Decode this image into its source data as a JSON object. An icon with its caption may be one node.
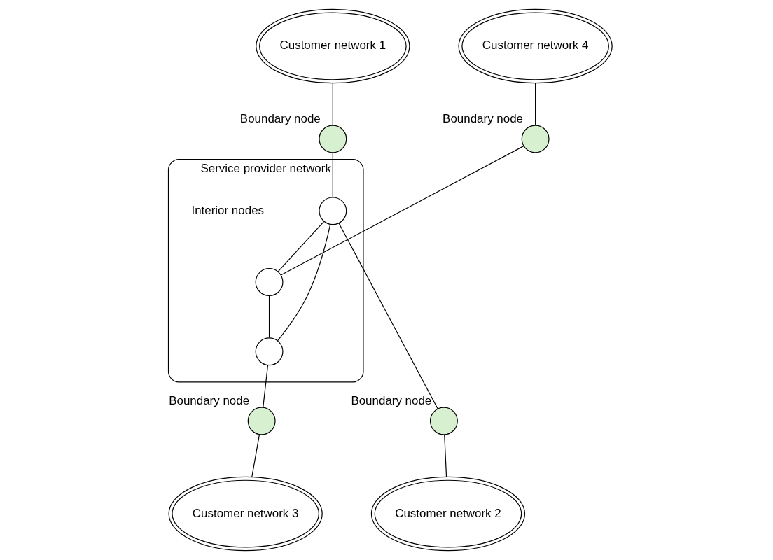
{
  "diagram": {
    "nodes": [
      {
        "text": [
          "Customer network 1"
        ]
      },
      {
        "text": [
          "Customer network 4"
        ]
      },
      {
        "text": [],
        "shape": "circle",
        "beside": [
          "Boundary node"
        ]
      },
      {
        "text": [],
        "shape": "circle",
        "beside": [
          "Boundary node"
        ]
      },
      {
        "text": [
          "Service provider network"
        ]
      },
      {
        "text": [],
        "shape": "circle",
        "in": 4
      },
      {
        "text": [],
        "shape": "circle",
        "in": 4
      },
      {
        "text": [],
        "shape": "circle",
        "in": 4
      },
      {
        "text": [],
        "shape": "circle",
        "beside": [
          "Boundary node"
        ]
      },
      {
        "text": [],
        "shape": "circle",
        "beside": [
          "Boundary node"
        ]
      },
      {
        "text": [
          "Customer network 2"
        ]
      },
      {
        "text": [
          "Customer network 3"
        ]
      }
    ],
    "edges": [
      {
        "from": 0,
        "to": 2,
        "arrow": "none"
      },
      {
        "from": 1,
        "to": 3,
        "arrow": "none"
      },
      {
        "from": 2,
        "to": 5,
        "arrow": "none"
      },
      {
        "from": 5,
        "to": 6,
        "arrow": "none"
      },
      {
        "from": 6,
        "to": 3,
        "arrow": "none"
      },
      {
        "from": 5,
        "to": 7,
        "arrow": "none"
      },
      {
        "from": 6,
        "to": 7,
        "arrow": "none"
      },
      {
        "from": 5,
        "to": 9,
        "arrow": "none"
      },
      {
        "from": 7,
        "to": 8,
        "arrow": "none"
      },
      {
        "from": 9,
        "to": 10,
        "arrow": "none"
      },
      {
        "from": 8,
        "to": 11,
        "arrow": "none"
      }
    ],
    "labels": [
      "Interior nodes"
    ]
  }
}
